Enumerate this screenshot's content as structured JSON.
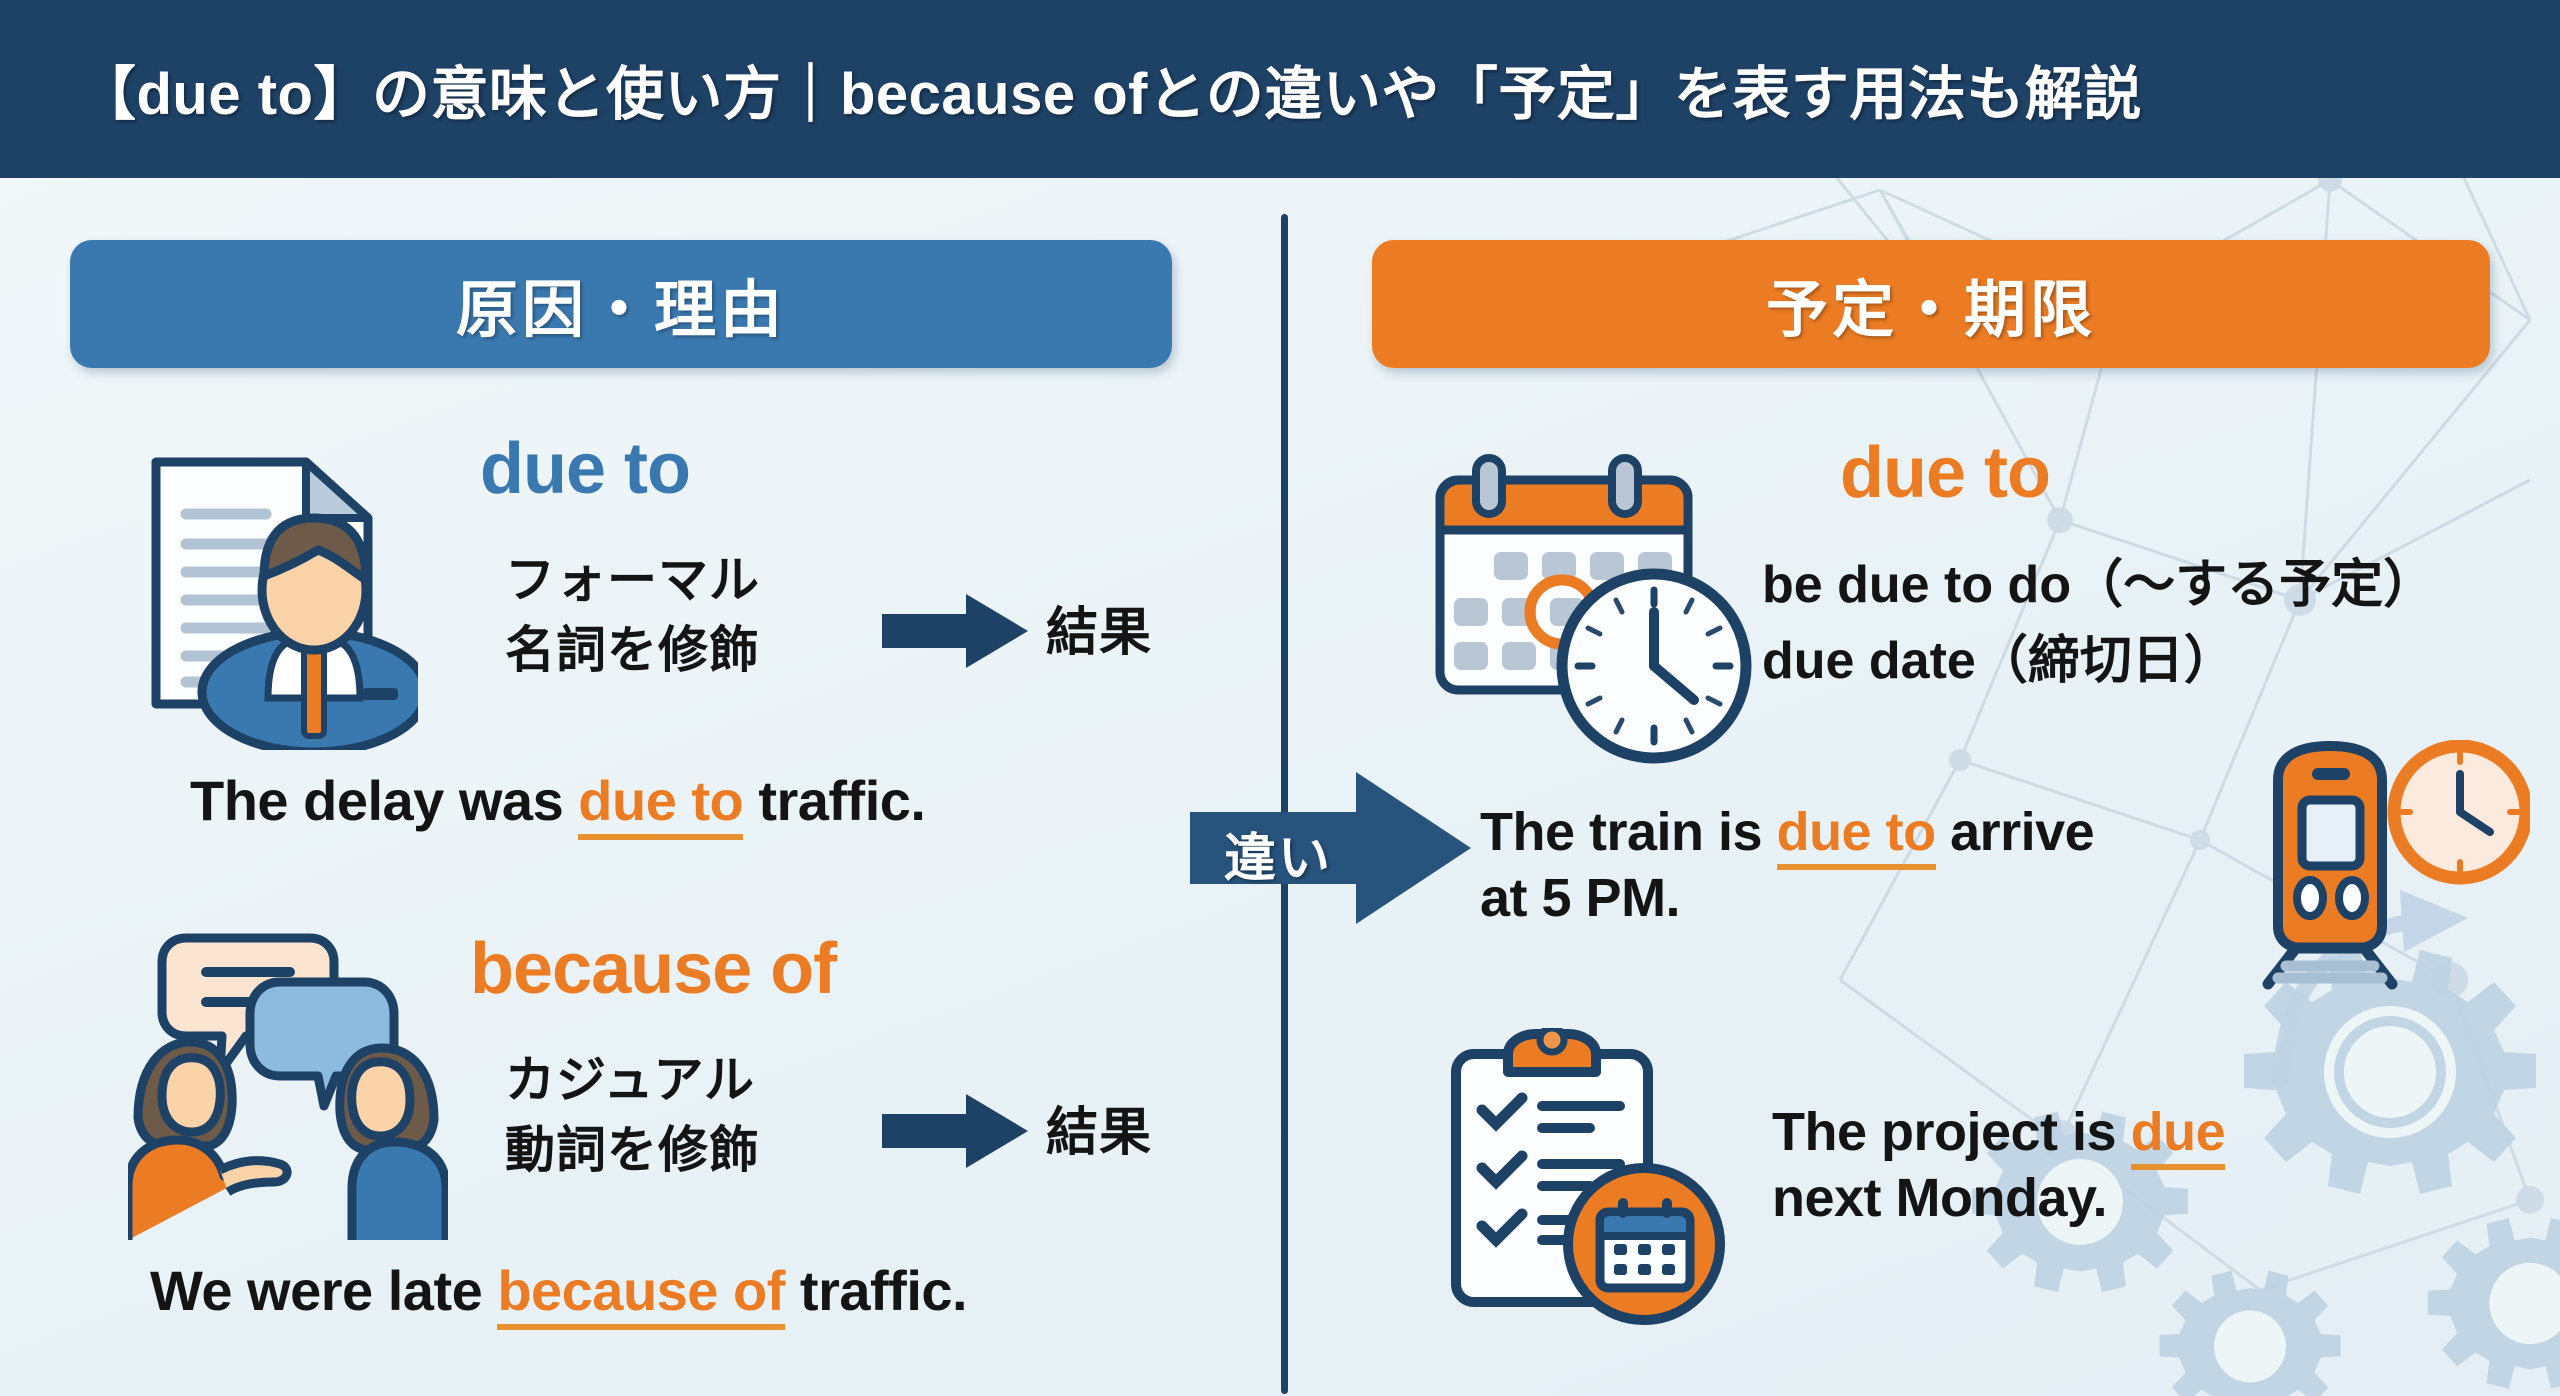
{
  "header": {
    "title": "【due to】の意味と使い方｜because ofとの違いや「予定」を表す用法も解説"
  },
  "columns": {
    "left": {
      "heading": "原因・理由",
      "heading_color": "#3a79b0",
      "blocks": [
        {
          "icon": "document-businessman-icon",
          "term": "due to",
          "term_color": "#3a79b0",
          "notes": [
            "フォーマル",
            "名詞を修飾"
          ],
          "arrow_label": "結果",
          "example_prefix": "The delay was ",
          "example_highlight": "due to",
          "example_suffix": " traffic."
        },
        {
          "icon": "two-people-talking-icon",
          "term": "because of",
          "term_color": "#ec7c23",
          "notes": [
            "カジュアル",
            "動詞を修飾"
          ],
          "arrow_label": "結果",
          "example_prefix": "We were late ",
          "example_highlight": "because of",
          "example_suffix": " traffic."
        }
      ]
    },
    "right": {
      "heading": "予定・期限",
      "heading_color": "#ec7c23",
      "blocks": [
        {
          "icon": "calendar-clock-icon",
          "term": "due to",
          "term_color": "#ec7c23",
          "usages": [
            "be due to do（〜する予定）",
            "due date（締切日）"
          ]
        },
        {
          "icon": "train-clock-icon",
          "example_line1_prefix": "The train is ",
          "example_line1_highlight": "due to",
          "example_line1_suffix": " arrive",
          "example_line2": "at 5 PM."
        },
        {
          "icon": "clipboard-calendar-icon",
          "example_line1_prefix": "The project is ",
          "example_line1_highlight": "due",
          "example_line2": "next Monday."
        }
      ]
    }
  },
  "center": {
    "arrow_label": "違い",
    "arrow_color": "#1e4166"
  },
  "palette": {
    "header_bg": "#1e4166",
    "navy": "#1e4166",
    "blue": "#3a79b0",
    "orange": "#ec7c23",
    "page_bg": "#eef5f8",
    "light_blue_deco": "#c3d6e6"
  }
}
